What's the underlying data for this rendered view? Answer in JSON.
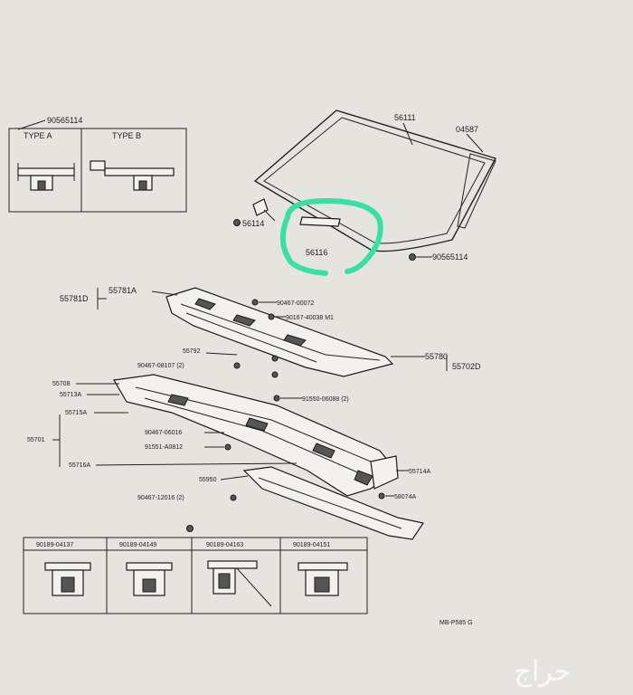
{
  "diagram": {
    "highlight_color": "#38e0a8",
    "labels": {
      "clip_group": "90565114",
      "type_a": "TYPE A",
      "type_b": "TYPE B",
      "windshield": "56111",
      "molding_right": "04587",
      "clip_left": "56114",
      "highlighted_part": "56116",
      "clip_right": "90565114",
      "cowl_top": "55781A",
      "cowl_left_ref": "55781D",
      "bolt_1": "90467-00072",
      "bolt_2": "90167-40038 M1",
      "part_55792": "55792",
      "clip_90467": "90467-08107 (2)",
      "part_55708": "55708",
      "panel_right": "55780",
      "seal_right": "55702D",
      "part_55713": "55713A",
      "bolt_3": "91550-06088 (2)",
      "part_55715": "55715A",
      "panel_main": "55701",
      "clip_4": "90467-06016",
      "bolt_4": "91551-A0812",
      "part_55716": "55716A",
      "part_55714": "55714A",
      "brace": "55950",
      "clip_5": "90467-12016 (2)",
      "clip_6": "58074A",
      "clip_tables": [
        "90189-04137",
        "90189-04149",
        "90189-04163",
        "90189-04151"
      ],
      "page_code": "MB-P585 G"
    }
  },
  "watermark": "حراج"
}
